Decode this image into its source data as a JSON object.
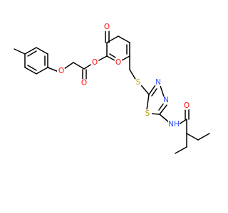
{
  "molecule": {
    "atoms": {
      "O_ether": "O",
      "O_ester_single": "O",
      "O_ester_carbonyl": "O",
      "O_pyranone_carbonyl": "O",
      "O_pyran_ring": "O",
      "S_thioether": "S",
      "N_thiadiazole_top": "N",
      "N_thiadiazole_bottom": "N",
      "S_thiadiazole": "S",
      "N_amide": "NH",
      "O_amide": "O"
    }
  },
  "colors": {
    "oxygen": "#ff0d0d",
    "nitrogen": "#3050f8",
    "sulfur": "#b8a000",
    "bond": "#000000"
  }
}
